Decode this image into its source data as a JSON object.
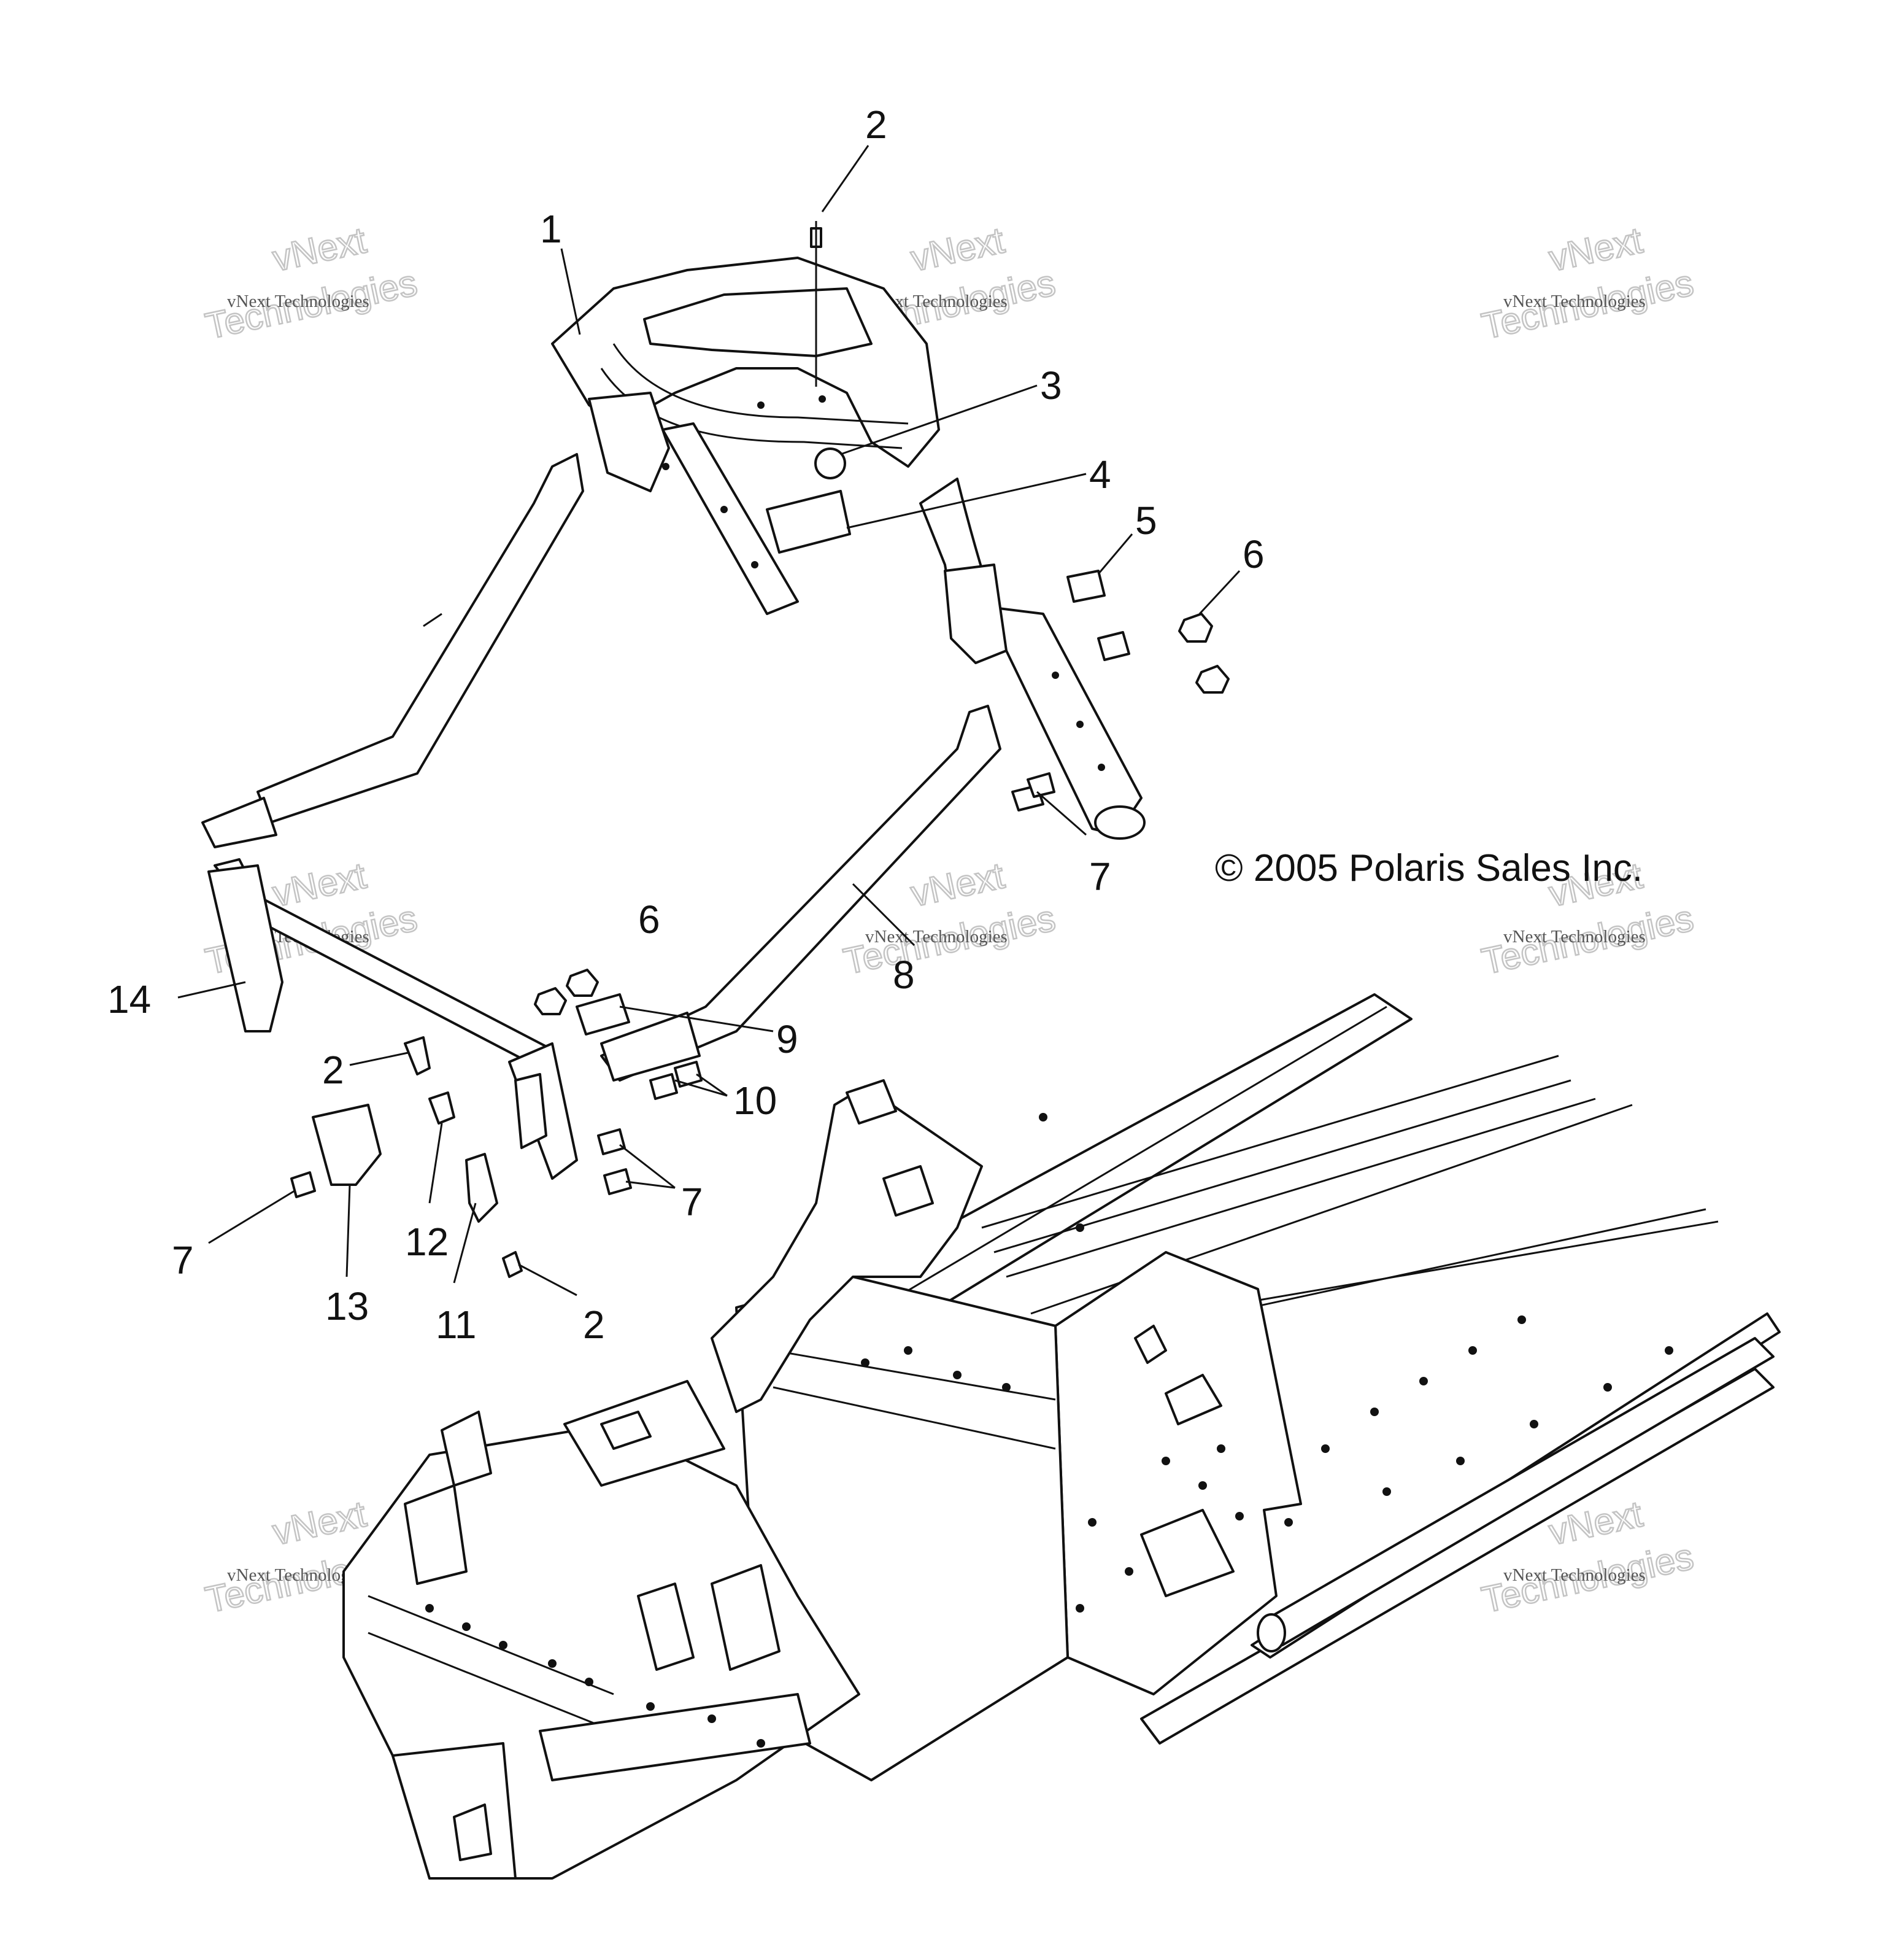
{
  "callouts": [
    "1",
    "2",
    "3",
    "4",
    "5",
    "6",
    "7",
    "8",
    "9",
    "10",
    "11",
    "12",
    "13",
    "14"
  ],
  "callout_labels": {
    "c1": "1",
    "c2a": "2",
    "c3": "3",
    "c4": "4",
    "c5": "5",
    "c6a": "6",
    "c7a": "7",
    "c8": "8",
    "c6b": "6",
    "c9": "9",
    "c14": "14",
    "c2b": "2",
    "c10": "10",
    "c7b": "7",
    "c7c": "7",
    "c12": "12",
    "c13": "13",
    "c11": "11",
    "c2c": "2"
  },
  "copyright": "© 2005 Polaris Sales Inc.",
  "watermark": {
    "line1": "vNext",
    "line2": "Technologies",
    "small": "vNext Technologies"
  },
  "colors": {
    "ink": "#111111",
    "watermark": "#c4c4c4",
    "background": "#ffffff"
  }
}
